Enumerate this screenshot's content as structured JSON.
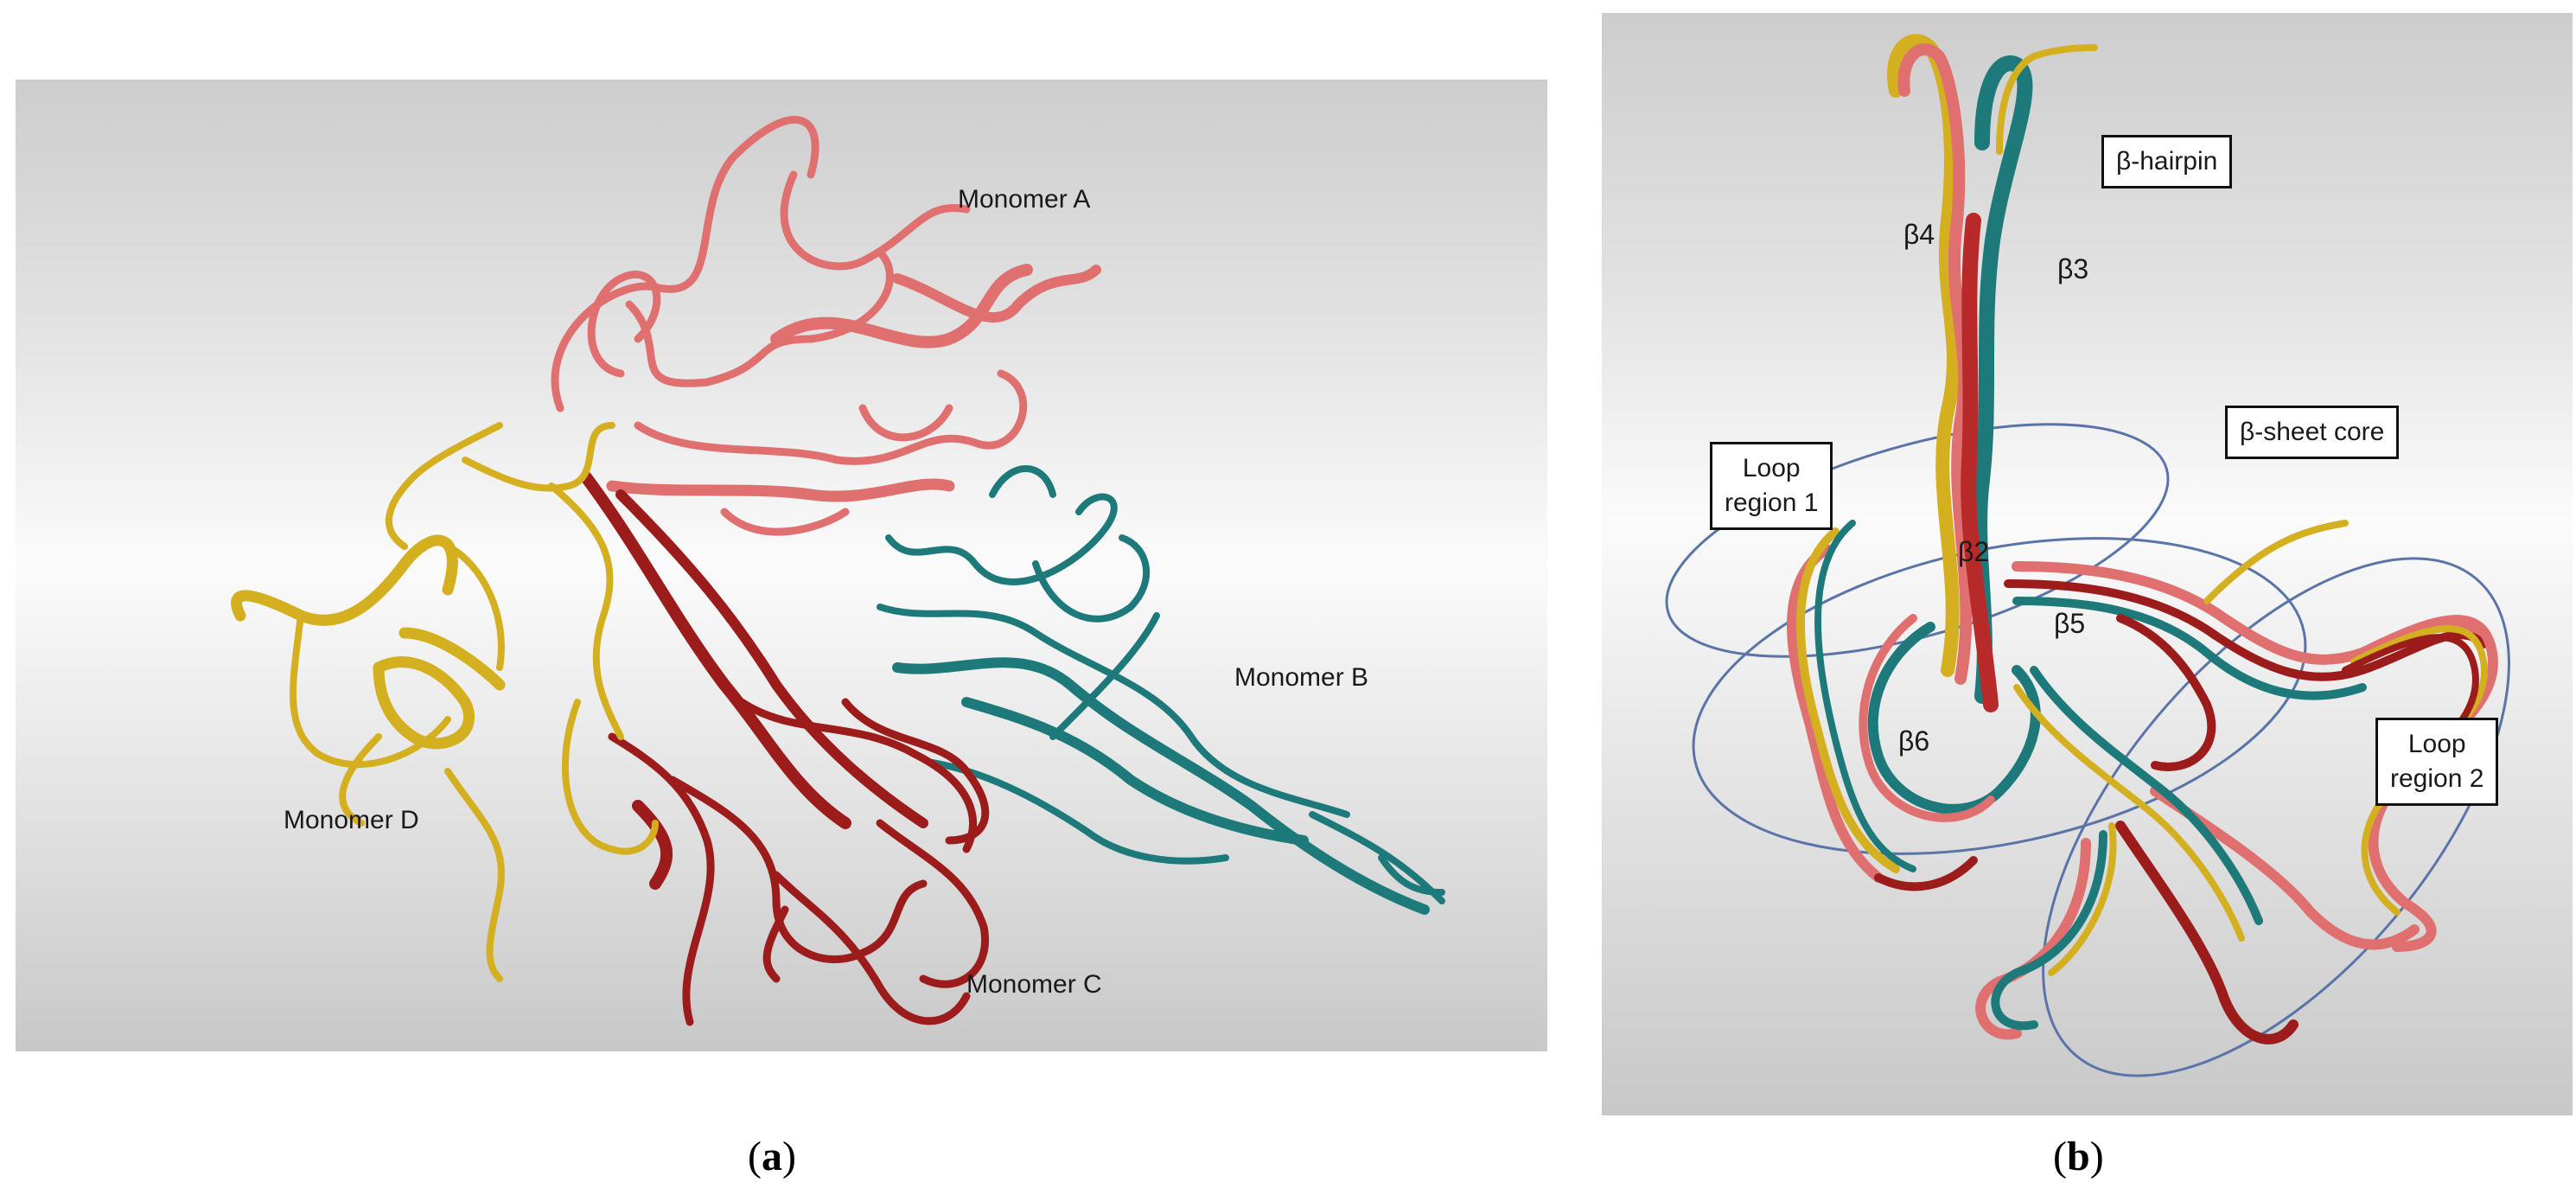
{
  "panel_a": {
    "labels": {
      "monomer_a": "Monomer A",
      "monomer_b": "Monomer B",
      "monomer_c": "Monomer C",
      "monomer_d": "Monomer D"
    },
    "colors": {
      "monomer_a": "#e07070",
      "monomer_b": "#1e7a7a",
      "monomer_c": "#9c1c1c",
      "monomer_d": "#d4b020"
    },
    "caption_letter": "a"
  },
  "panel_b": {
    "labels": {
      "beta_hairpin": "β-hairpin",
      "beta_sheet_core": "β-sheet core",
      "loop_region_1_line1": "Loop",
      "loop_region_1_line2": "region 1",
      "loop_region_2_line1": "Loop",
      "loop_region_2_line2": "region 2",
      "b2": "β2",
      "b3": "β3",
      "b4": "β4",
      "b5": "β5",
      "b6": "β6"
    },
    "ellipse_color": "#5a74a8",
    "caption_letter": "b"
  },
  "captions": {
    "open_paren": "(",
    "close_paren": ")"
  }
}
